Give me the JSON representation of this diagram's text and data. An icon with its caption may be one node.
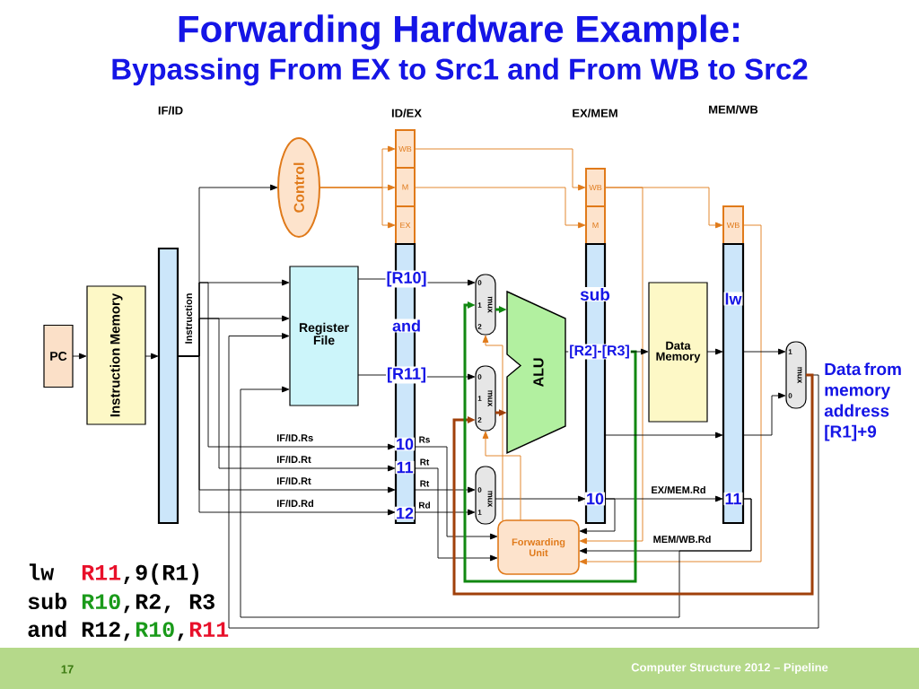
{
  "diagram": {
    "title": "Forwarding Hardware Example:",
    "nodes": [
      {
        "text": [
          "PC"
        ]
      },
      {
        "text": [
          "Instruction Memory"
        ]
      },
      {
        "text": [],
        "shape": "bar"
      },
      {
        "text": [
          "Control"
        ]
      },
      {
        "text": [
          "Register File"
        ]
      },
      {
        "text": [
          "WB"
        ]
      },
      {
        "text": [
          "M"
        ]
      },
      {
        "text": [
          "EX"
        ]
      },
      {
        "text": [],
        "shape": "bar"
      },
      {
        "text": [
          "0",
          "1",
          "mux",
          "2"
        ]
      },
      {
        "text": [
          "0",
          "1",
          "mux",
          "2"
        ]
      },
      {
        "text": [
          "ALU"
        ]
      },
      {
        "text": [
          "0",
          "mux",
          "1"
        ]
      },
      {
        "text": [
          "Forwarding Unit"
        ]
      },
      {
        "text": [
          "WB"
        ]
      },
      {
        "text": [
          "M"
        ]
      },
      {
        "text": [],
        "shape": "bar"
      },
      {
        "text": [
          "Data Memory"
        ]
      },
      {
        "text": [
          "WB"
        ]
      },
      {
        "text": [],
        "shape": "bar"
      },
      {
        "text": [
          "1",
          "mux",
          "0"
        ]
      }
    ],
    "edges": [
      {
        "from": 0,
        "to": 1,
        "arrow": "to"
      },
      {
        "from": 1,
        "to": 2,
        "arrow": "to"
      },
      {
        "from": 2,
        "to": 3,
        "arrow": "to"
      },
      {
        "from": 2,
        "to": 4,
        "arrow": "to"
      },
      {
        "from": 2,
        "to": 4,
        "arrow": "to"
      },
      {
        "from": 2,
        "to": 8,
        "arrow": "to",
        "label": "IF/ID.Rs"
      },
      {
        "from": 2,
        "to": 8,
        "arrow": "to",
        "label": "IF/ID.Rt"
      },
      {
        "from": 2,
        "to": 8,
        "arrow": "to",
        "label": "IF/ID.Rt"
      },
      {
        "from": 2,
        "to": 8,
        "arrow": "to",
        "label": "IF/ID.Rd"
      },
      {
        "from": 3,
        "to": 5,
        "arrow": "to",
        "color": "#e07a1a"
      },
      {
        "from": 3,
        "to": 6,
        "arrow": "to",
        "color": "#e07a1a"
      },
      {
        "from": 3,
        "to": 7,
        "arrow": "to",
        "color": "#e07a1a"
      },
      {
        "from": 5,
        "to": 14,
        "arrow": "to",
        "color": "#e07a1a"
      },
      {
        "from": 6,
        "to": 15,
        "arrow": "to",
        "color": "#e07a1a"
      },
      {
        "from": 14,
        "to": 18,
        "arrow": "to",
        "color": "#e07a1a"
      },
      {
        "from": 14,
        "to": 13,
        "arrow": "to",
        "color": "#e07a1a"
      },
      {
        "from": 18,
        "to": 13,
        "arrow": "to",
        "color": "#e07a1a"
      },
      {
        "from": 4,
        "to": 8,
        "arrow": "none"
      },
      {
        "from": 4,
        "to": 8,
        "arrow": "none"
      },
      {
        "from": 8,
        "to": 9,
        "arrow": "to"
      },
      {
        "from": 8,
        "to": 10,
        "arrow": "to"
      },
      {
        "from": 8,
        "to": 12,
        "arrow": "to"
      },
      {
        "from": 8,
        "to": 12,
        "arrow": "to"
      },
      {
        "from": 12,
        "to": 16,
        "arrow": "to"
      },
      {
        "from": 8,
        "to": 13,
        "arrow": "to"
      },
      {
        "from": 8,
        "to": 13,
        "arrow": "to"
      },
      {
        "from": 13,
        "to": 9,
        "arrow": "to",
        "color": "#e07a1a"
      },
      {
        "from": 13,
        "to": 10,
        "arrow": "to",
        "color": "#e07a1a"
      },
      {
        "from": 16,
        "to": 19,
        "arrow": "to",
        "label": "EX/MEM.Rd"
      },
      {
        "from": 16,
        "to": 13,
        "arrow": "to"
      },
      {
        "from": 19,
        "to": 13,
        "arrow": "to",
        "label": "MEM/WB.Rd"
      },
      {
        "from": 19,
        "to": 4,
        "arrow": "to"
      },
      {
        "from": 20,
        "to": 4,
        "arrow": "to"
      },
      {
        "from": 20,
        "to": 10,
        "arrow": "to",
        "style": "thick",
        "color": "#a0400a"
      },
      {
        "from": 10,
        "to": 11,
        "arrow": "to",
        "style": "thick",
        "color": "#a0400a"
      },
      {
        "from": 16,
        "to": 9,
        "arrow": "to",
        "style": "thick",
        "color": "#118811"
      },
      {
        "from": 9,
        "to": 11,
        "arrow": "to",
        "style": "thick",
        "color": "#118811"
      },
      {
        "from": 11,
        "to": 16,
        "arrow": "none"
      },
      {
        "from": 16,
        "to": 17,
        "arrow": "to"
      },
      {
        "from": 17,
        "to": 19,
        "arrow": "to"
      },
      {
        "from": 16,
        "to": 19,
        "arrow": "to"
      },
      {
        "from": 19,
        "to": 20,
        "arrow": "to"
      },
      {
        "from": 19,
        "to": 20,
        "arrow": "to"
      }
    ],
    "labels": [
      "Bypassing From EX to Src1 and From WB to Src2",
      "Instruction",
      "[R10]",
      "and",
      "[R11]",
      "10",
      "Rs",
      "11",
      "Rt",
      "Rt",
      "12",
      "Rd",
      "sub",
      "[R2]-[R3]",
      "10",
      "lw",
      "11",
      "Data from memory address [R1]+9",
      "lw",
      "R11",
      ",9(R1)",
      "sub",
      "R10",
      ",R2, R3",
      "and R12,",
      "R10",
      ",",
      "R11",
      "17",
      "Computer Structure 2012 – Pipeline",
      "IF/ID",
      "ID/EX",
      "EX/MEM",
      "MEM/WB"
    ]
  }
}
